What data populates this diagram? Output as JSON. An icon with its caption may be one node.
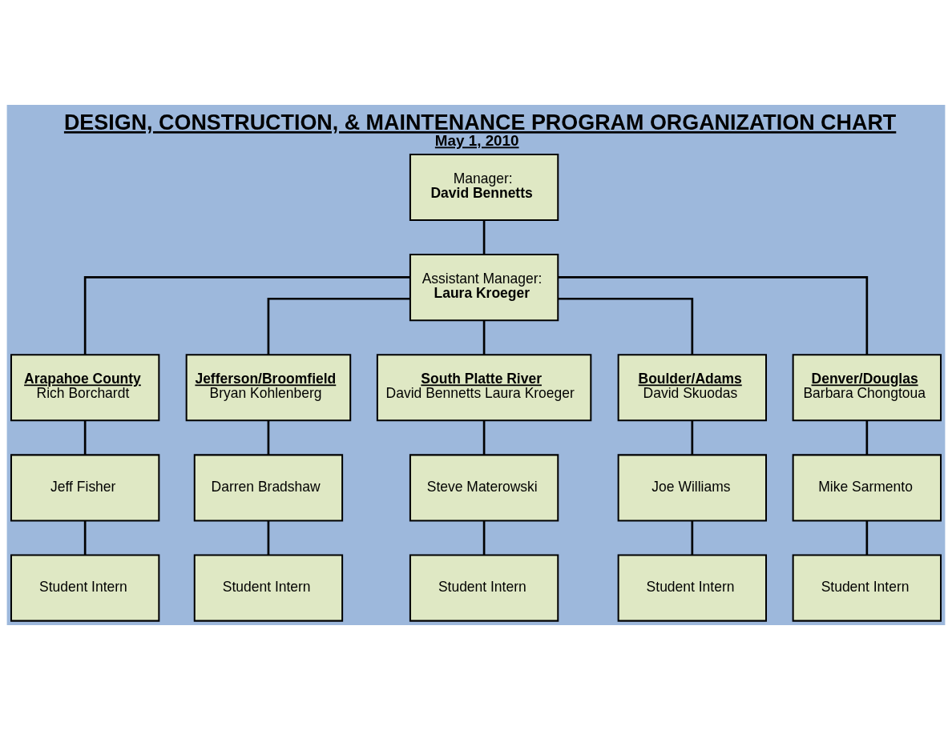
{
  "diagram": {
    "title": "DESIGN, CONSTRUCTION, & MAINTENANCE PROGRAM ORGANIZATION CHART",
    "caption": "May 1, 2010",
    "nodes": [
      {
        "text": [
          "Manager:",
          "David Bennetts"
        ]
      },
      {
        "text": [
          "Assistant Manager:",
          "Laura Kroeger"
        ]
      },
      {
        "text": [
          "Arapahoe County",
          "Rich Borchardt"
        ]
      },
      {
        "text": [
          "Jefferson/Broomfield",
          "Bryan Kohlenberg"
        ]
      },
      {
        "text": [
          "South Platte River",
          "David Bennetts Laura Kroeger"
        ]
      },
      {
        "text": [
          "Boulder/Adams",
          "David Skuodas"
        ]
      },
      {
        "text": [
          "Denver/Douglas",
          "Barbara Chongtoua"
        ]
      },
      {
        "text": [
          "Jeff Fisher"
        ]
      },
      {
        "text": [
          "Darren Bradshaw"
        ]
      },
      {
        "text": [
          "Steve Materowski"
        ]
      },
      {
        "text": [
          "Joe Williams"
        ]
      },
      {
        "text": [
          "Mike Sarmento"
        ]
      },
      {
        "text": [
          "Student Intern"
        ]
      },
      {
        "text": [
          "Student Intern"
        ]
      },
      {
        "text": [
          "Student Intern"
        ]
      },
      {
        "text": [
          "Student Intern"
        ]
      },
      {
        "text": [
          "Student Intern"
        ]
      }
    ],
    "edges": [
      {
        "from": 0,
        "to": 1,
        "arrow": "none"
      },
      {
        "from": 1,
        "to": 2,
        "arrow": "none"
      },
      {
        "from": 1,
        "to": 3,
        "arrow": "none"
      },
      {
        "from": 1,
        "to": 4,
        "arrow": "none"
      },
      {
        "from": 1,
        "to": 5,
        "arrow": "none"
      },
      {
        "from": 1,
        "to": 6,
        "arrow": "none"
      },
      {
        "from": 2,
        "to": 7,
        "arrow": "none"
      },
      {
        "from": 3,
        "to": 8,
        "arrow": "none"
      },
      {
        "from": 4,
        "to": 9,
        "arrow": "none"
      },
      {
        "from": 5,
        "to": 10,
        "arrow": "none"
      },
      {
        "from": 6,
        "to": 11,
        "arrow": "none"
      },
      {
        "from": 7,
        "to": 12,
        "arrow": "none"
      },
      {
        "from": 8,
        "to": 13,
        "arrow": "none"
      },
      {
        "from": 9,
        "to": 14,
        "arrow": "none"
      },
      {
        "from": 10,
        "to": 15,
        "arrow": "none"
      },
      {
        "from": 11,
        "to": 16,
        "arrow": "none"
      }
    ]
  }
}
